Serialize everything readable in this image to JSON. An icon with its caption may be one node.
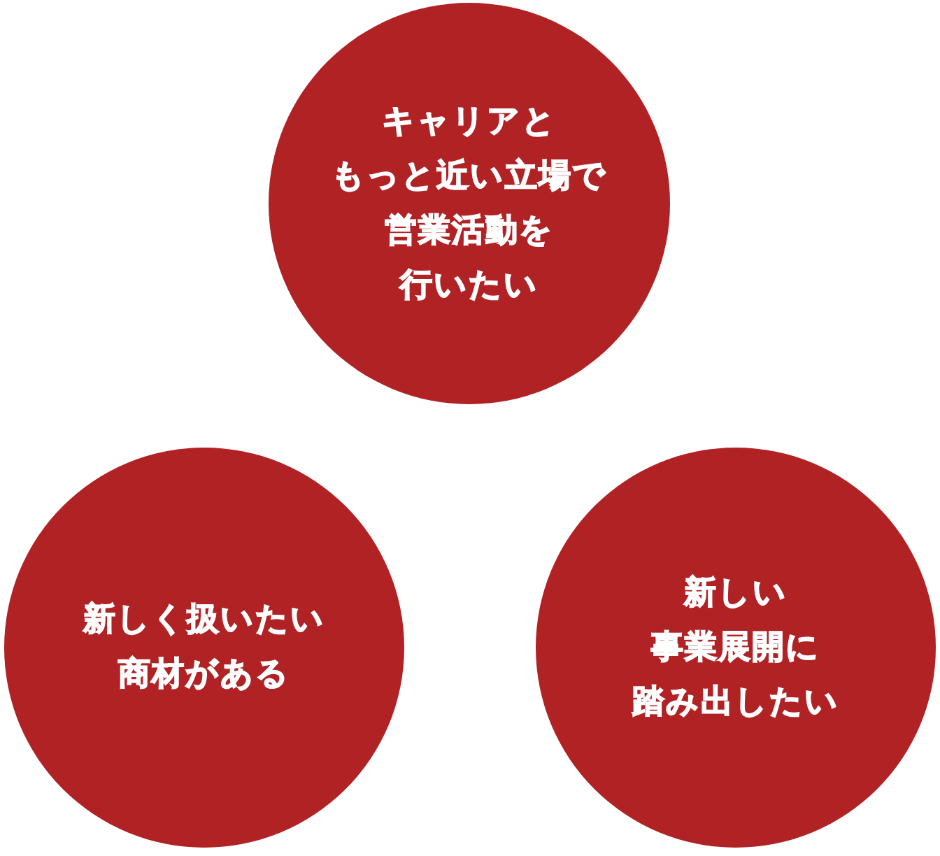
{
  "diagram": {
    "nodes": [
      {
        "text": [
          "キャリアともっと近い立場で営業活動を行いたい"
        ]
      },
      {
        "text": [
          "新しく扱いたい商材がある"
        ]
      },
      {
        "text": [
          "新しい事業展開に踏み出したい"
        ]
      }
    ]
  }
}
